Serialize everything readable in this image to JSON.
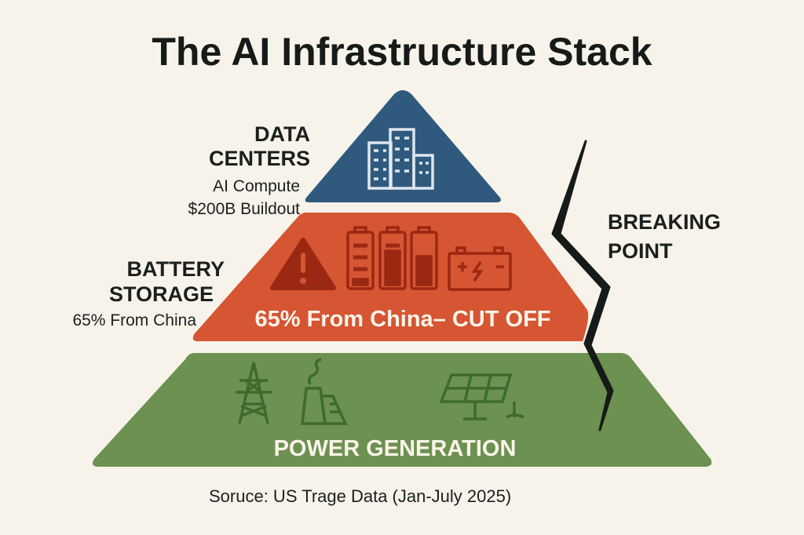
{
  "title": "The AI Infrastructure Stack",
  "colors": {
    "background": "#f7f3ea",
    "data_centers": "#2f5a7e",
    "battery": "#d65532",
    "power": "#6c9150",
    "crack": "#161a18"
  },
  "layers": {
    "data_centers": {
      "label_line1": "DATA",
      "label_line2": "CENTERS",
      "sub1": "AI Compute",
      "sub2": "$200B Buildout",
      "icon": "buildings-icon"
    },
    "battery_storage": {
      "label_line1": "BATTERY",
      "label_line2": "STORAGE",
      "sub1": "65% From China",
      "inner_text": "65% From China– CUT OFF",
      "icons": [
        "warning-icon",
        "battery-icon",
        "battery-icon",
        "battery-icon",
        "car-battery-icon"
      ]
    },
    "power_generation": {
      "inner_text": "POWER GENERATION",
      "icons": [
        "transmission-tower-icon",
        "power-plant-icon",
        "solar-panel-icon"
      ]
    }
  },
  "breaking_point": {
    "line1": "BREAKING",
    "line2": "POINT"
  },
  "source": "Soruce: US Trage Data (Jan-July  2025)"
}
